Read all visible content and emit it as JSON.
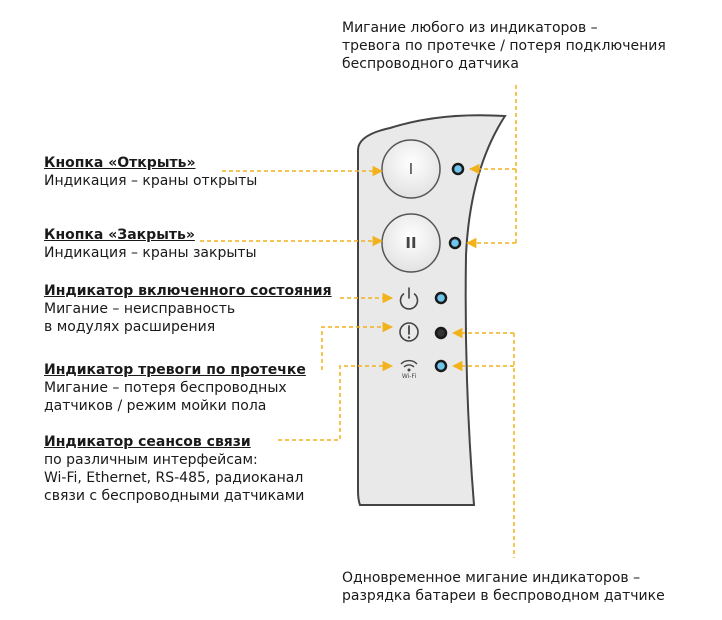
{
  "note_top": {
    "lines": [
      "Мигание любого из индикаторов –",
      "тревога по протечке / потеря подключения",
      "беспроводного датчика"
    ]
  },
  "note_bottom": {
    "lines": [
      "Одновременное мигание индикаторов –",
      "разрядка батареи в беспроводном датчике"
    ]
  },
  "labels": {
    "open": {
      "title": "Кнопка «Открыть»",
      "lines": [
        "Индикация – краны открыты"
      ]
    },
    "close": {
      "title": "Кнопка «Закрыть»",
      "lines": [
        "Индикация – краны закрыты"
      ]
    },
    "power": {
      "title": "Индикатор включенного состояния",
      "lines": [
        "Мигание – неисправность",
        "в модулях расширения"
      ]
    },
    "leak": {
      "title": "Индикатор тревоги по протечке",
      "lines": [
        "Мигание – потеря беспроводных",
        "датчиков / режим мойки пола"
      ]
    },
    "comm": {
      "title": "Индикатор сеансов связи",
      "lines": [
        "по различным интерфейсам:",
        "Wi-Fi, Ethernet, RS-485, радиоканал",
        "связи с беспроводными датчиками"
      ]
    }
  },
  "device": {
    "open_button_symbol": "I",
    "close_button_symbol": "II",
    "wifi_label": "Wi-Fi"
  },
  "colors": {
    "arrow": "#f2b21b",
    "panel": "#e9e9e9",
    "led_on": "#6ec6ec",
    "led_off": "#333333"
  }
}
